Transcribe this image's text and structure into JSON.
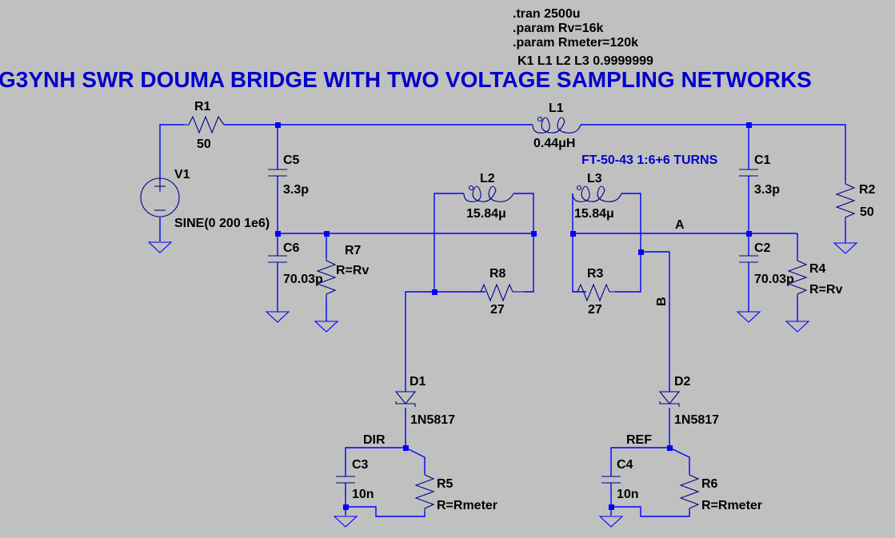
{
  "title": "G3YNH SWR DOUMA BRIDGE WITH TWO VOLTAGE SAMPLING NETWORKS",
  "directives": [
    ".tran 2500u",
    ".param Rv=16k",
    ".param Rmeter=120k",
    "K1 L1 L2 L3 0.9999999"
  ],
  "note": "FT-50-43 1:6+6 TURNS",
  "colors": {
    "background": "#c0c0c0",
    "wire": "#0000ff",
    "title": "#0000cd",
    "label": "#000000"
  },
  "components": {
    "V1": {
      "name": "V1",
      "value": "SINE(0 200 1e6)"
    },
    "R1": {
      "name": "R1",
      "value": "50"
    },
    "R2": {
      "name": "R2",
      "value": "50"
    },
    "L1": {
      "name": "L1",
      "value": "0.44μH"
    },
    "L2": {
      "name": "L2",
      "value": "15.84μ"
    },
    "L3": {
      "name": "L3",
      "value": "15.84μ"
    },
    "C1": {
      "name": "C1",
      "value": "3.3p"
    },
    "C2": {
      "name": "C2",
      "value": "70.03p"
    },
    "C5": {
      "name": "C5",
      "value": "3.3p"
    },
    "C6": {
      "name": "C6",
      "value": "70.03p"
    },
    "R7": {
      "name": "R7",
      "value": "R=Rv"
    },
    "R4": {
      "name": "R4",
      "value": "R=Rv"
    },
    "R8": {
      "name": "R8",
      "value": "27"
    },
    "R3": {
      "name": "R3",
      "value": "27"
    },
    "D1": {
      "name": "D1",
      "value": "1N5817"
    },
    "D2": {
      "name": "D2",
      "value": "1N5817"
    },
    "C3": {
      "name": "C3",
      "value": "10n"
    },
    "C4": {
      "name": "C4",
      "value": "10n"
    },
    "R5": {
      "name": "R5",
      "value": "R=Rmeter"
    },
    "R6": {
      "name": "R6",
      "value": "R=Rmeter"
    }
  },
  "nets": {
    "A": "A",
    "B": "B",
    "DIR": "DIR",
    "REF": "REF"
  }
}
